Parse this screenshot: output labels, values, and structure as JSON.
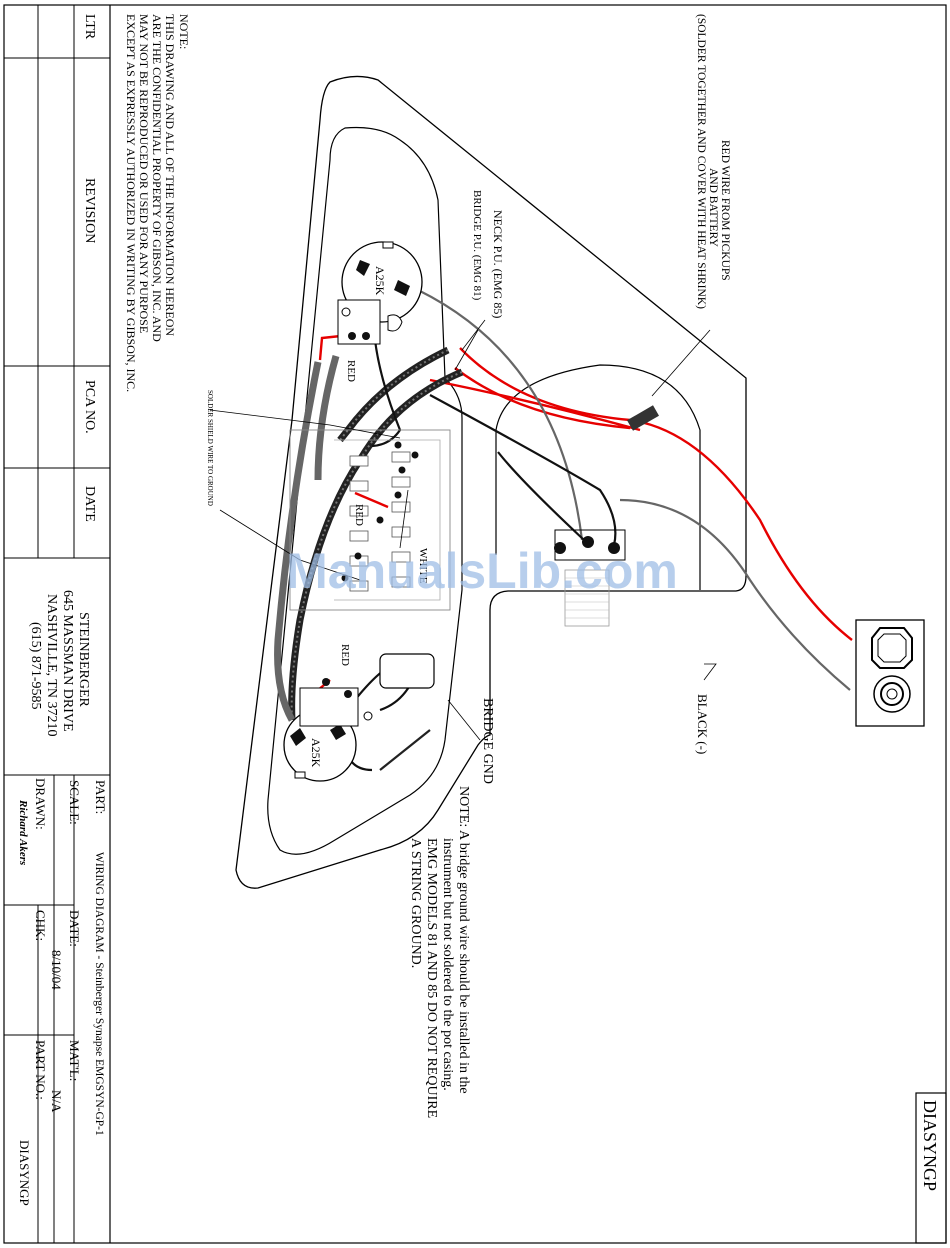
{
  "drawing_id": "DIASYNGP",
  "confidential_note": {
    "lines": [
      "NOTE:",
      "THIS DRAWING AND ALL OF THE INFORMATION HEREON",
      "ARE THE CONFIDENTIAL PROPERTY OF GIBSON, INC. AND",
      "MAY NOT BE REPRODUCED OR USED FOR ANY PURPOSE",
      "EXCEPT AS EXPRESSLY AUTHORIZED IN WRITING BY GIBSON, INC."
    ]
  },
  "revision_table": {
    "ltr": "LTR",
    "revision": "REVISION",
    "pca_no": "PCA NO.",
    "date": "DATE"
  },
  "company": {
    "name": "STEINBERGER",
    "address1": "645 MASSMAN DRIVE",
    "address2": "NASHVILLE, TN 37210",
    "phone": "(615) 871-9585"
  },
  "title_block": {
    "part_label": "PART:",
    "part_value": "WIRING DIAGRAM - Steinberger Synapse EMGSYN-GP-1",
    "scale_label": "SCALE:",
    "date_label": "DATE:",
    "date_value": "8/10/04",
    "matl_label": "MAT'L:",
    "matl_value": "N/A",
    "drawn_label": "DRAWN:",
    "drawn_signature": "Richard Akers",
    "chk_label": "CHK:",
    "part_no_label": "PART NO.:",
    "part_no_value": "DIASYNGP"
  },
  "labels": {
    "red_wire_note": [
      "RED WIRE FROM PICKUPS",
      "AND BATTERY",
      "(SOLDER TOGETHER AND COVER WITH HEAT SHRINK)"
    ],
    "neck_pu": "NECK P.U. (EMG 85)",
    "bridge_pu": "BRIDGE P.U. (EMG 81)",
    "pot_top": "A25K",
    "pot_bottom": "A25K",
    "red_1": "RED",
    "red_2": "RED",
    "red_3": "RED",
    "white": "WHITE",
    "solder_shield": "SOLDER SHIELD WIRE TO GROUND",
    "black": "BLACK (-)",
    "bridge_gnd": "BRIDGE GND",
    "bridge_note": [
      "NOTE: A bridge ground wire should be installed in the",
      "instrument but not soldered to the pot casing.",
      "EMG MODELS 81 AND 85 DO NOT REQUIRE",
      "A STRING GROUND."
    ]
  },
  "watermark": "ManualsLib.com",
  "colors": {
    "red_wire": "#e60000",
    "shield_wire": "#222222",
    "gray_wire": "#6b6b6b",
    "watermark": "#9fbde6"
  }
}
